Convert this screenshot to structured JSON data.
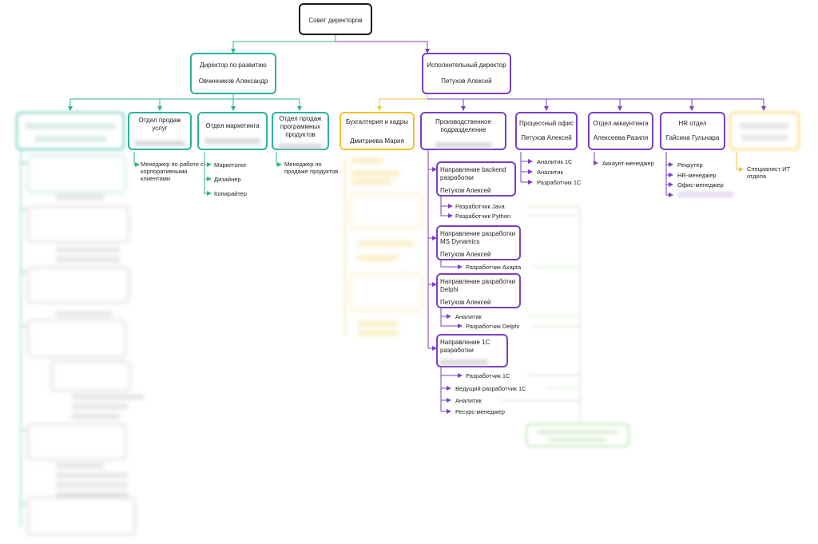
{
  "colors": {
    "root": "#1a1a1a",
    "development": "#2bb39a",
    "operations": "#7b3fc4",
    "accounting": "#f1c232",
    "blurred_links": "#a8d99c"
  },
  "root": {
    "title": "Совет директоров"
  },
  "development": {
    "title": "Директор по развитию",
    "person": "Овчинников Александр",
    "departments": {
      "service_sales": {
        "title": "Отдел продаж услуг",
        "items": [
          "Менеджер по работе с корпоративными клиентами"
        ]
      },
      "marketing": {
        "title": "Отдел маркетинга",
        "items": [
          "Маркетолог",
          "Дизайнер",
          "Копирайтер"
        ]
      },
      "software_sales": {
        "title": "Отдел продаж программных продуктов",
        "items": [
          "Менеджер по продаже продуктов"
        ]
      }
    }
  },
  "operations": {
    "title": "Исполнительный директор",
    "person": "Петухов Алексей",
    "accounting": {
      "title": "Бухгалтерия и кадры",
      "person": "Дмитриева Мария"
    },
    "production": {
      "title": "Производственное подразделение",
      "groups": {
        "backend": {
          "title": "Направление backend разработки",
          "person": "Петухов Алексей",
          "items": [
            "Разработчик Java",
            "Разработчик Python"
          ]
        },
        "msdynamics": {
          "title": "Направление разработки MS Dynamics",
          "person": "Петухов Алексей",
          "items": [
            "Разработчик Axapta"
          ]
        },
        "delphi": {
          "title": "Направление разработки Delphi",
          "person": "Петухов Алексей",
          "items": [
            "Аналитик",
            "Разработчик Delphi"
          ]
        },
        "onec": {
          "title": "Направление 1С разработки",
          "items": [
            "Разработчик 1С",
            "Ведущий разработчик 1С",
            "Аналитик",
            "Ресурс-менеджер"
          ]
        }
      }
    },
    "process_office": {
      "title": "Процессный офис",
      "person": "Петухов Алексей",
      "items": [
        "Аналитик 1С",
        "Аналитик",
        "Разработчик 1С"
      ]
    },
    "account_dept": {
      "title": "Отдел аккаунтинга",
      "person": "Алексеева Разиля",
      "items": [
        "Аккаунт-менеджер"
      ]
    },
    "hr": {
      "title": "HR отдел",
      "person": "Гайсина Гульнара",
      "items": [
        "Рекрутер",
        "HR-менеджер",
        "Офис-менеджер"
      ]
    },
    "it": {
      "items": [
        "Специалист ИТ отдела"
      ]
    }
  }
}
